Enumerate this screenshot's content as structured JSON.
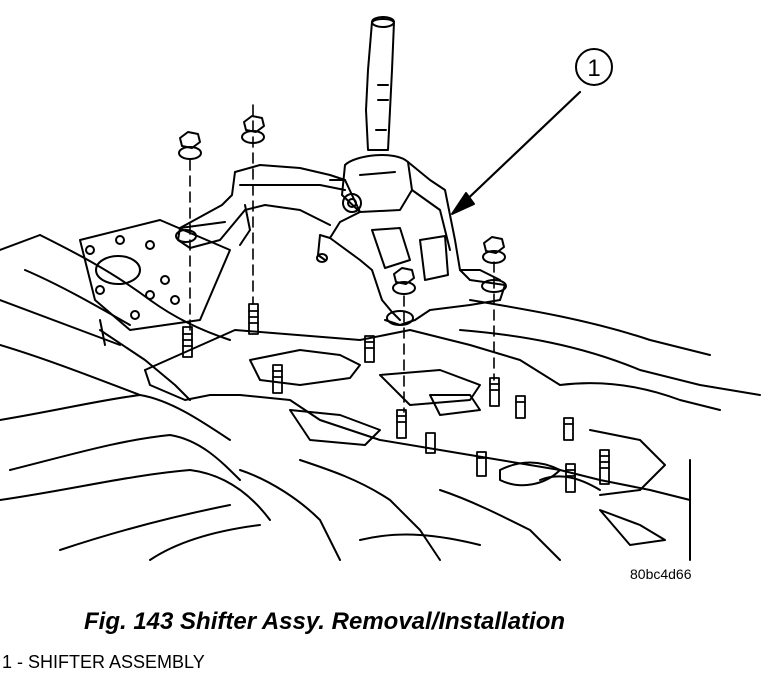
{
  "figure": {
    "callout_number": "1",
    "reference_code": "80bc4d66",
    "caption": "Fig. 143 Shifter Assy. Removal/Installation"
  },
  "legend": {
    "items": [
      "1 - SHIFTER ASSEMBLY"
    ]
  }
}
